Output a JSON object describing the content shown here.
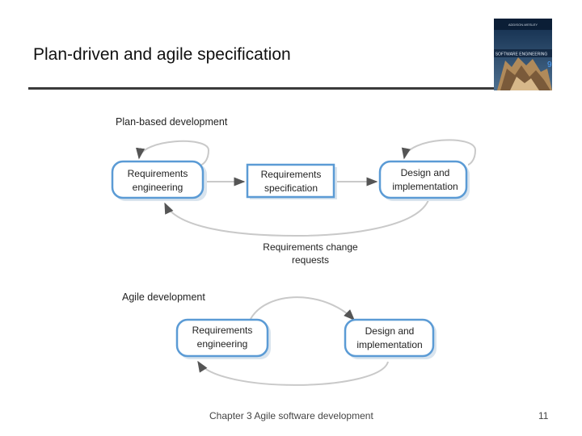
{
  "slide": {
    "title": "Plan-driven and agile specification",
    "footer": "Chapter 3 Agile software development",
    "page_number": "11"
  },
  "book_cover": {
    "publisher_line": "ADDISON-WESLEY",
    "title_line": "SOFTWARE ENGINEERING",
    "edition": "9"
  },
  "plan_based": {
    "heading": "Plan-based development",
    "req_eng": [
      "Requirements",
      "engineering"
    ],
    "req_spec": [
      "Requirements",
      "specification"
    ],
    "design_impl": [
      "Design and",
      "implementation"
    ],
    "change_requests": [
      "Requirements change",
      "requests"
    ]
  },
  "agile": {
    "heading": "Agile development",
    "req_eng": [
      "Requirements",
      "engineering"
    ],
    "design_impl": [
      "Design and",
      "implementation"
    ]
  },
  "colors": {
    "box_fill": "#ffffff",
    "box_border": "#5b9bd5",
    "box_shadow": "#d9e4ee",
    "arrow": "#c9c9c9",
    "arrow_head": "#555555",
    "title_rule": "#3a3a3a"
  }
}
